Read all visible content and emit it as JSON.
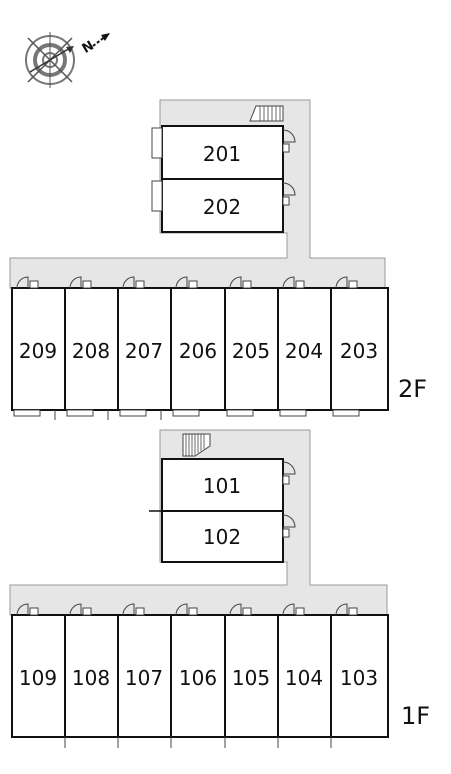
{
  "compass": {
    "icon": "compass-icon",
    "north_label": "N"
  },
  "floors": [
    {
      "id": "2f",
      "label": "2F",
      "upper_units": [
        "201",
        "202"
      ],
      "row_units": [
        "209",
        "208",
        "207",
        "206",
        "205",
        "204",
        "203"
      ],
      "stair_icon": "stairs-icon"
    },
    {
      "id": "1f",
      "label": "1F",
      "upper_units": [
        "101",
        "102"
      ],
      "row_units": [
        "109",
        "108",
        "107",
        "106",
        "105",
        "104",
        "103"
      ],
      "stair_icon": "stairs-icon"
    }
  ],
  "colors": {
    "corridor": "#e6e6e6",
    "corridor_edge": "#9a9a9a",
    "wall": "#111111"
  }
}
